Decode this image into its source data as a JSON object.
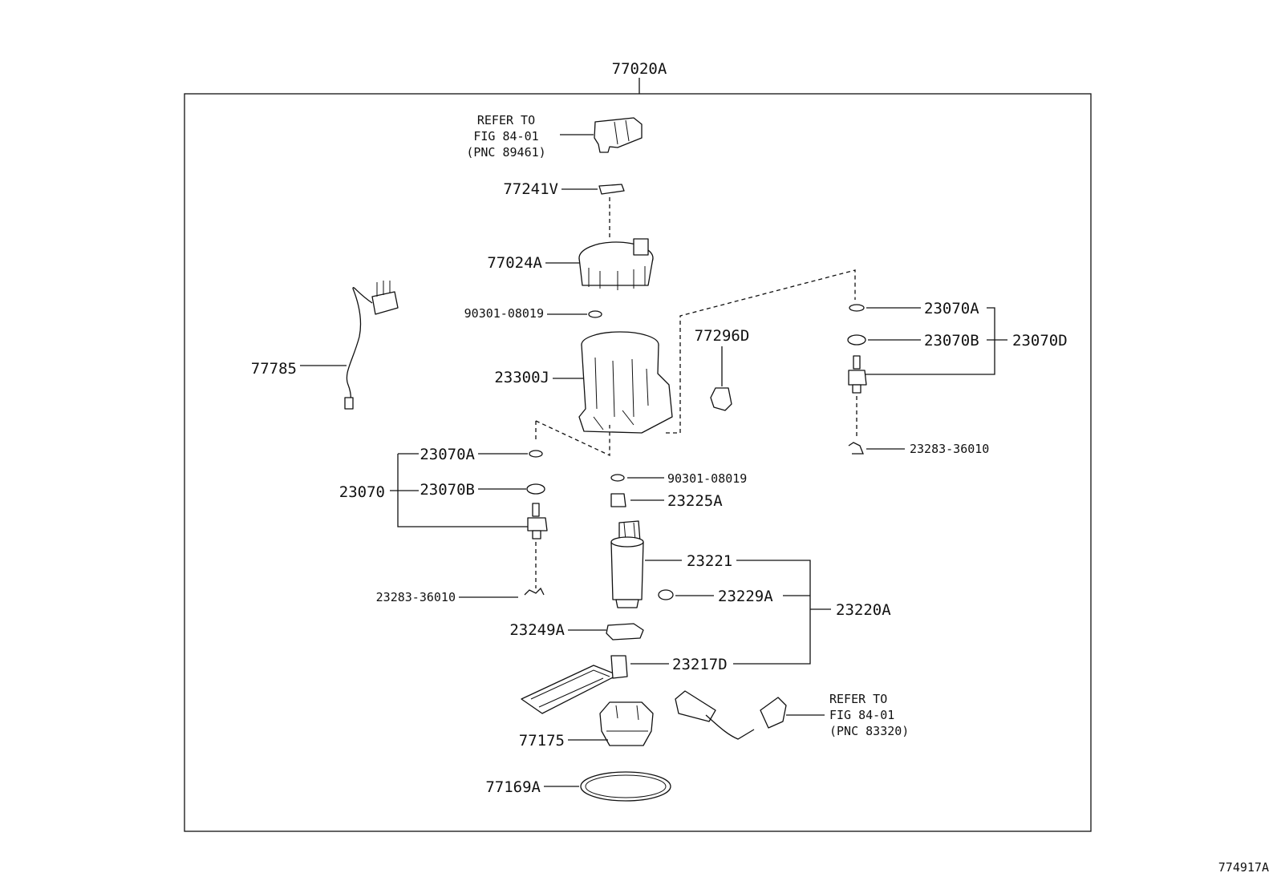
{
  "diagram": {
    "assembly_label": "77020A",
    "figure_code": "774917A",
    "parts": {
      "p77241V": "77241V",
      "p77024A": "77024A",
      "p90301_top": "90301-08019",
      "p77785": "77785",
      "p23300J": "23300J",
      "p77296D": "77296D",
      "p23070A_right": "23070A",
      "p23070B_right": "23070B",
      "p23070D": "23070D",
      "p23283_right": "23283-36010",
      "p23070A_left": "23070A",
      "p23070B_left": "23070B",
      "p23070": "23070",
      "p90301_mid": "90301-08019",
      "p23225A": "23225A",
      "p23221": "23221",
      "p23229A": "23229A",
      "p23220A": "23220A",
      "p23283_left": "23283-36010",
      "p23249A": "23249A",
      "p23217D": "23217D",
      "p77175": "77175",
      "p77169A": "77169A"
    },
    "refer_top": {
      "line1": "REFER TO",
      "line2": "FIG 84-01",
      "line3": "(PNC 89461)"
    },
    "refer_bottom": {
      "line1": "REFER TO",
      "line2": "FIG 84-01",
      "line3": "(PNC 83320)"
    }
  }
}
